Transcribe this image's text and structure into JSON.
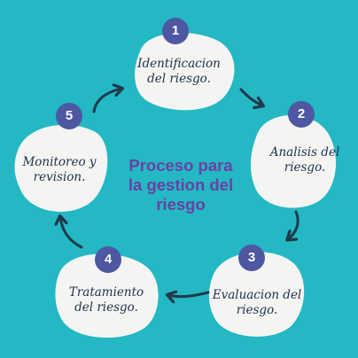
{
  "title": {
    "lines": [
      "Proceso para",
      "la gestion del",
      "riesgo"
    ]
  },
  "steps": [
    {
      "number": "1",
      "lines": [
        "Identificacion",
        "del riesgo."
      ]
    },
    {
      "number": "2",
      "lines": [
        "Analisis del",
        "riesgo."
      ]
    },
    {
      "number": "3",
      "lines": [
        "Evaluacion del",
        "riesgo."
      ]
    },
    {
      "number": "4",
      "lines": [
        "Tratamiento",
        "del riesgo."
      ]
    },
    {
      "number": "5",
      "lines": [
        "Monitoreo y",
        "revision."
      ]
    }
  ],
  "colors": {
    "background": "#23b8c4",
    "blob": "#f4f5f2",
    "badge": "#4e57a2",
    "title": "#6c3fa3",
    "arrow": "#1f3a4a"
  },
  "icons": {
    "connector": "curved-arrow-icon"
  }
}
